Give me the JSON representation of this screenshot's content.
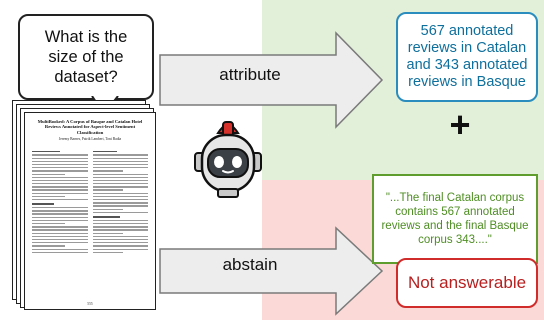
{
  "question": {
    "text": "What is the\nsize of the\ndataset?"
  },
  "paper": {
    "title": "MultiBooked: A Corpus of Basque and Catalan Hotel Reviews Annotated for Aspect-level Sentiment Classification",
    "authors": "Jeremy Barnes, Patrik Lambert, Toni Badia",
    "page_number": "555"
  },
  "arrows": {
    "attribute_label": "attribute",
    "abstain_label": "abstain"
  },
  "answer": {
    "text": "567 annotated\nreviews in Catalan\nand 343 annotated\nreviews in Basque"
  },
  "plus": "+",
  "evidence": {
    "text": "\"...The final Catalan corpus\ncontains 567 annotated\nreviews and the final Basque\ncorpus 343....\""
  },
  "abstain_answer": {
    "text": "Not answerable"
  },
  "colors": {
    "attribute_region": "#e2f0da",
    "abstain_region": "#fbd9d6",
    "answer_border": "#2a8dbd",
    "evidence_border": "#5f9d2f",
    "abstain_border": "#d02c2c",
    "robot_accent": "#d6312b"
  },
  "icons": {
    "robot": "robot-icon",
    "document": "paper-stack-icon"
  }
}
